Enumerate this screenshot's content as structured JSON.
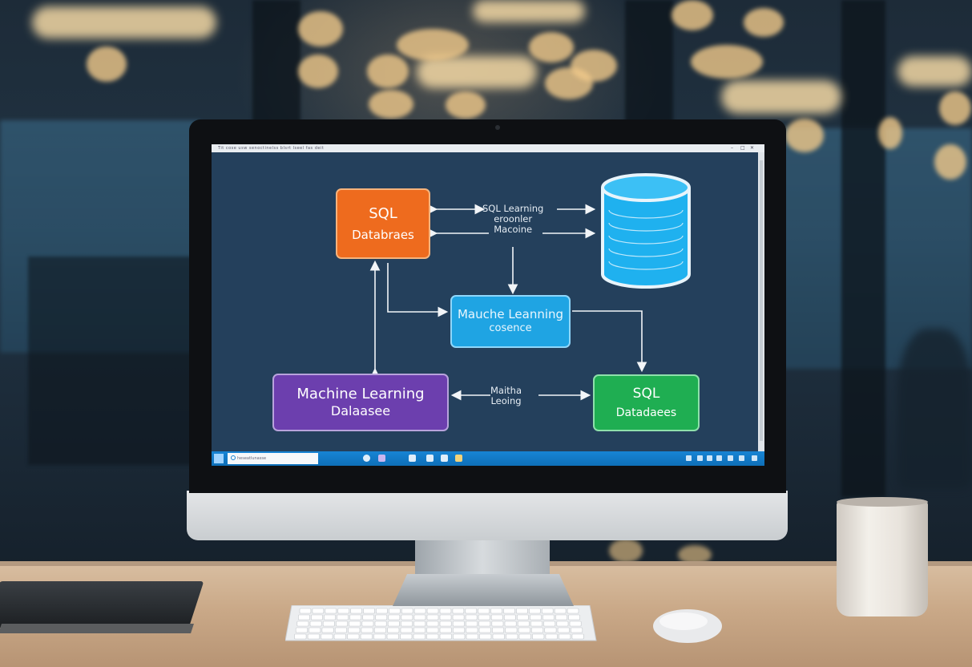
{
  "titlebar": {
    "title": "Tit cose usw   senoctinelss blsrt    lseel    fas    deit"
  },
  "diagram": {
    "node_sql_top": {
      "line1": "SQL",
      "line2": "Databraes"
    },
    "node_ml_center": {
      "line1": "Mauche Leanning",
      "line2": "cosence"
    },
    "node_ml_bottom": {
      "line1": "Machine Learning",
      "line2": "Dalaasee"
    },
    "node_sql_green": {
      "line1": "SQL",
      "line2": "Datadaees"
    },
    "edge_top_label": {
      "line1": "SQL Learning",
      "line2": "eroonler",
      "line3": "Macoine"
    },
    "edge_bottom_label": {
      "line1": "Maitha",
      "line2": "Leoing"
    }
  },
  "taskbar": {
    "search_text": "heseatlunasse"
  },
  "colors": {
    "sql_top": "#ee6b1e",
    "ml_center": "#1fa4e3",
    "ml_bottom": "#6c3fae",
    "sql_green": "#1fae52",
    "database_icon": "#1fb1ef",
    "canvas": "#24405c",
    "taskbar": "#1784d4"
  }
}
